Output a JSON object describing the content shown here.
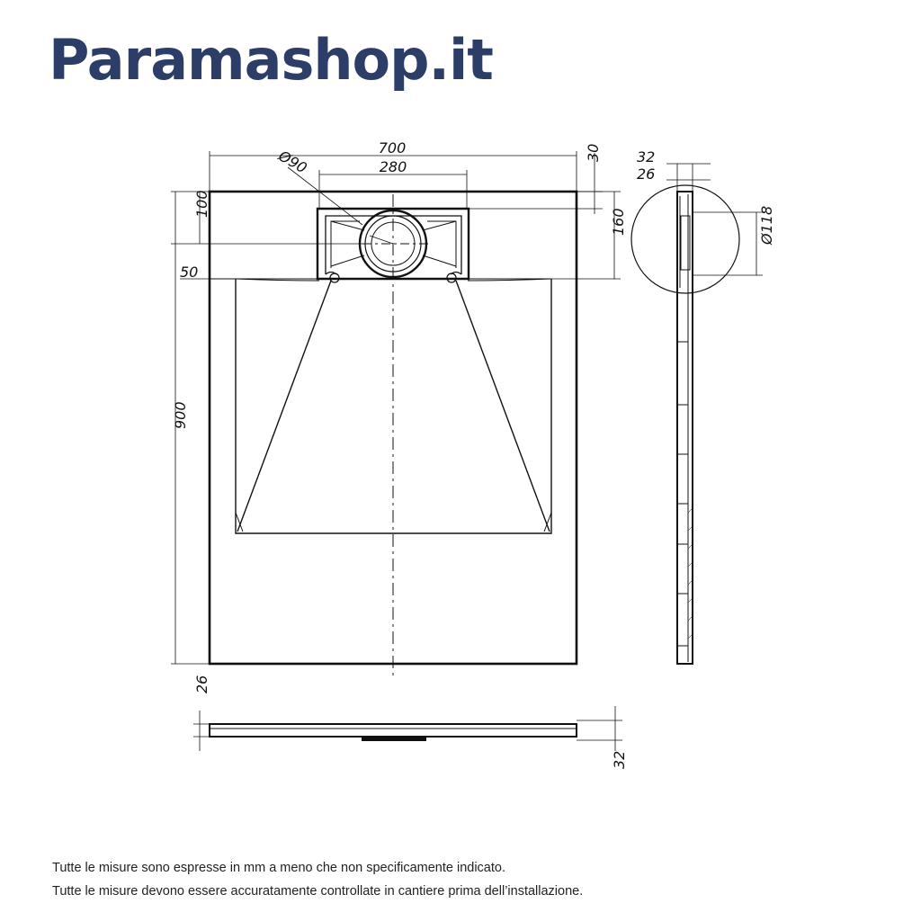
{
  "header": {
    "brand": "Paramashop.it"
  },
  "drawing": {
    "dimensions": {
      "width": "700",
      "drain_spacing": "280",
      "drain_diameter": "Ø90",
      "edge_offset": "30",
      "drain_offset_top": "100",
      "drain_box_depth": "160",
      "slope_start": "50",
      "length": "900",
      "side_thickness_outer": "32",
      "side_thickness_inner": "26",
      "detail_diameter": "Ø118",
      "front_thickness_inner": "26",
      "front_thickness_outer": "32"
    }
  },
  "notes": [
    "Tutte le misure sono espresse in mm a meno che non specificamente indicato.",
    "Tutte le misure devono essere accuratamente controllate in cantiere prima dell’installazione."
  ]
}
